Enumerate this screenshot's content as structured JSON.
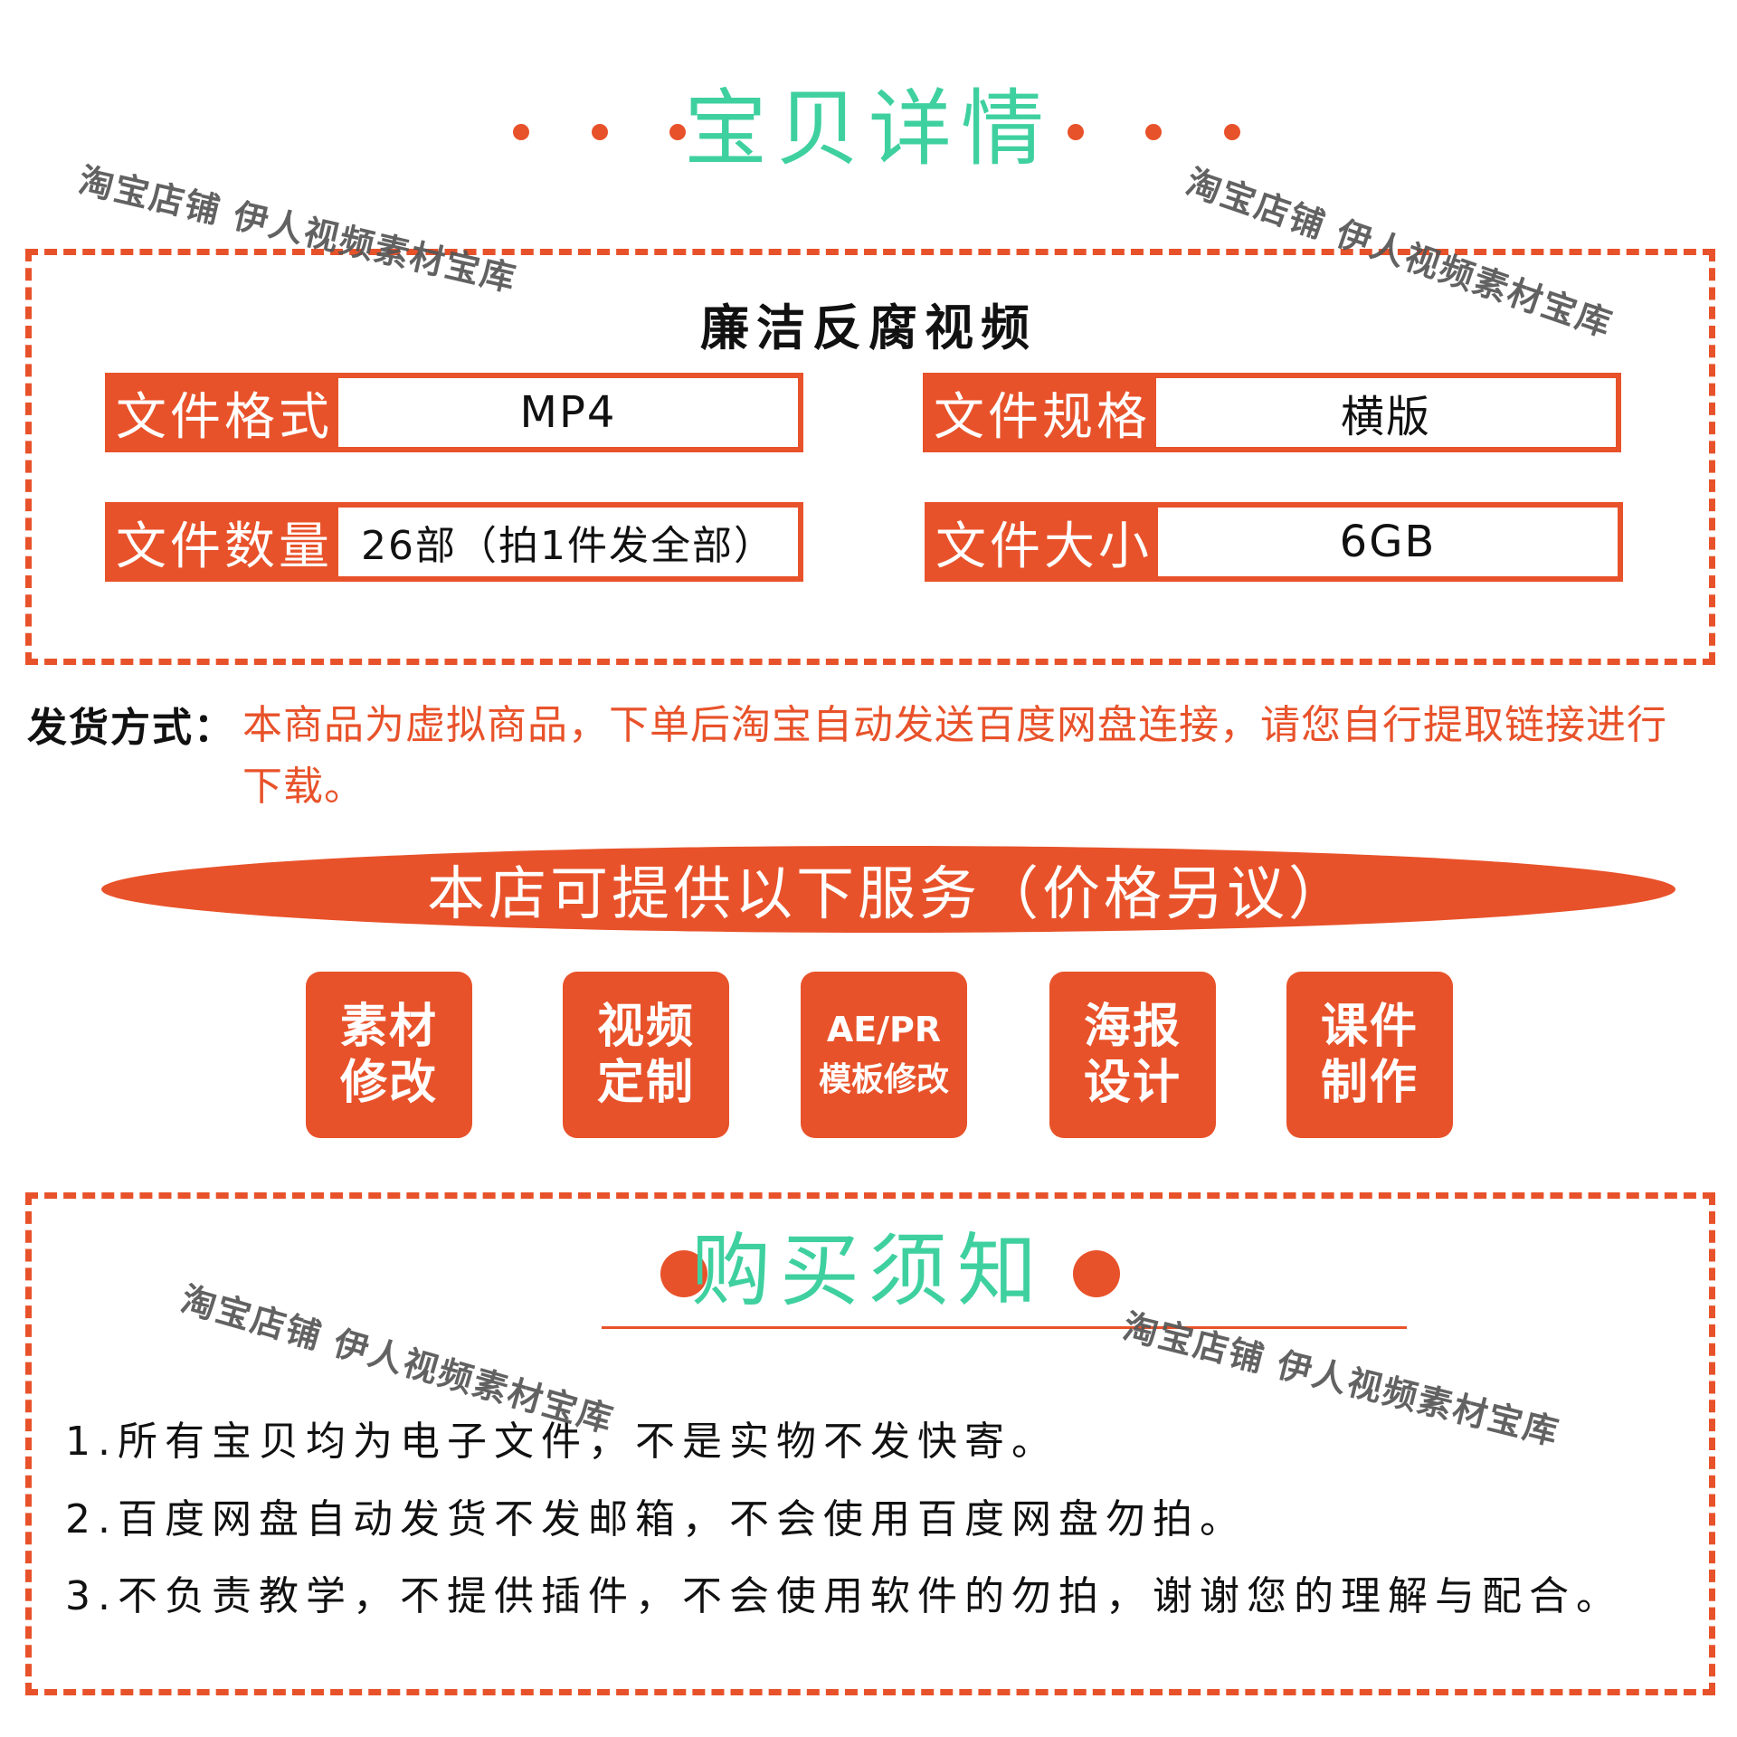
{
  "header": {
    "title": "宝贝详情"
  },
  "watermark": "淘宝店铺 伊人视频素材宝库",
  "product": {
    "title": "廉洁反腐视频",
    "specs": [
      {
        "label": "文件格式",
        "value": "MP4"
      },
      {
        "label": "文件规格",
        "value": "横版"
      },
      {
        "label": "文件数量",
        "value": "26部（拍1件发全部）"
      },
      {
        "label": "文件大小",
        "value": "6GB"
      }
    ]
  },
  "delivery": {
    "label": "发货方式：",
    "text": "本商品为虚拟商品，下单后淘宝自动发送百度网盘连接，请您自行提取链接进行下载。"
  },
  "services": {
    "banner": "本店可提供以下服务（价格另议）",
    "tiles": [
      {
        "line1": "素材",
        "line2": "修改"
      },
      {
        "line1": "视频",
        "line2": "定制"
      },
      {
        "line1": "AE/PR",
        "line2": "模板修改"
      },
      {
        "line1": "海报",
        "line2": "设计"
      },
      {
        "line1": "课件",
        "line2": "制作"
      }
    ]
  },
  "purchase_notice": {
    "title": "购买须知",
    "items": [
      "1.所有宝贝均为电子文件，不是实物不发快寄。",
      "2.百度网盘自动发货不发邮箱，不会使用百度网盘勿拍。",
      "3.不负责教学，不提供插件，不会使用软件的勿拍，谢谢您的理解与配合。"
    ]
  },
  "colors": {
    "accent": "#e8522a",
    "title": "#3fd0a0"
  }
}
